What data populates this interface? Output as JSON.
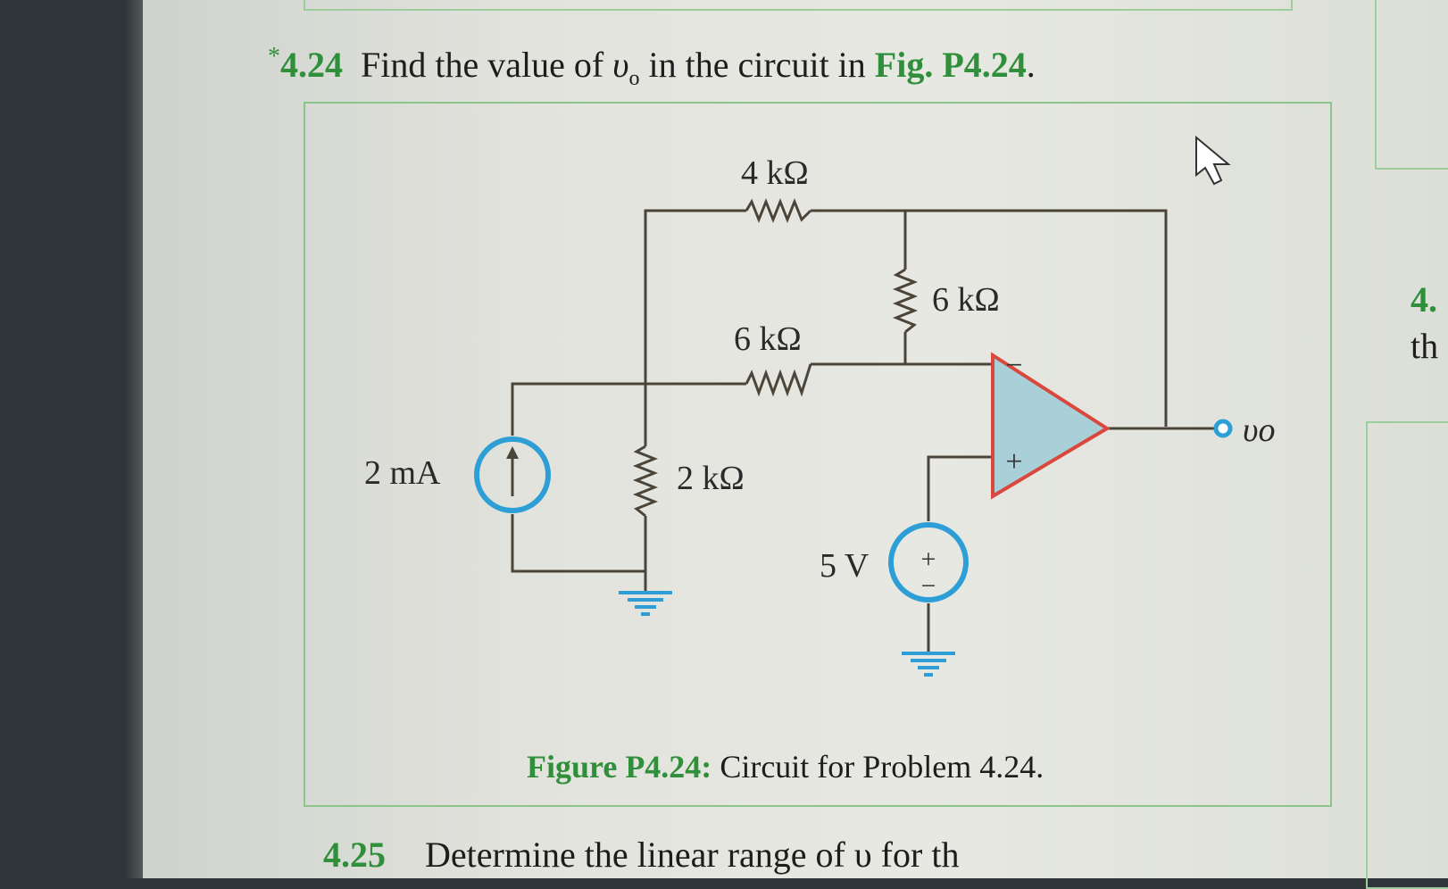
{
  "problem": {
    "star": "*",
    "number": "4.24",
    "text_before": "Find the value of ",
    "variable": "υ",
    "variable_sub": "o",
    "text_after": " in the circuit in ",
    "fig_ref": "Fig. P4.24",
    "end": "."
  },
  "circuit": {
    "r_top": "4 kΩ",
    "r_right": "6 kΩ",
    "r_mid": "6 kΩ",
    "r_left": "2 kΩ",
    "i_source": "2 mA",
    "v_source": "5 V",
    "output": "υo",
    "opamp_minus": "−",
    "opamp_plus": "+",
    "vs_plus": "+",
    "vs_minus": "−"
  },
  "caption": {
    "label": "Figure P4.24:",
    "text": " Circuit for Problem 4.24."
  },
  "next_problem": {
    "number": "4.25",
    "text": "Determine the linear range of υ for th"
  },
  "side": {
    "frag_a": "4.",
    "frag_b": "th"
  },
  "colors": {
    "green_text": "#2f8f3a",
    "source_blue": "#2e9fd6",
    "opamp_red": "#d9473d",
    "opamp_fill": "#a9cfd8",
    "wire": "#4a4538"
  }
}
